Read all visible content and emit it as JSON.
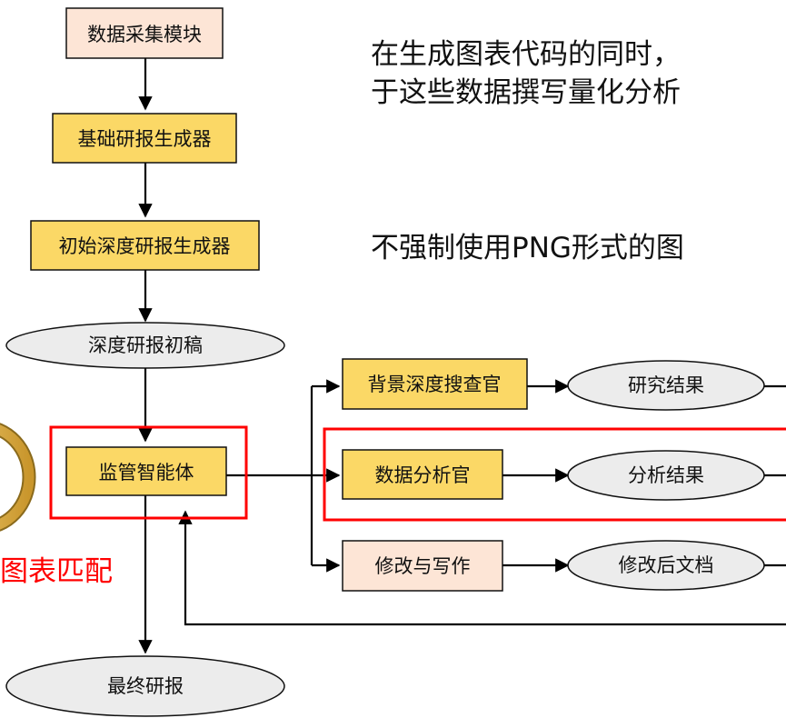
{
  "nodes": {
    "data_collection": "数据采集模块",
    "basic_report": "基础研报生成器",
    "initial_deep_report": "初始深度研报生成器",
    "deep_report_draft": "深度研报初稿",
    "supervisor": "监管智能体",
    "final_report": "最终研报",
    "background_researcher": "背景深度搜查官",
    "data_analyst": "数据分析官",
    "revise_write": "修改与写作",
    "research_results": "研究结果",
    "analysis_results": "分析结果",
    "revised_doc": "修改后文档"
  },
  "annotations": {
    "line1": "在生成图表代码的同时，",
    "line2": "于这些数据撰写量化分析",
    "line3": "不强制使用PNG形式的图",
    "chart_match": "图表匹配"
  },
  "colors": {
    "rect_yellow": "#fbd866",
    "rect_peach": "#fde5d6",
    "ellipse_gray": "#ececec",
    "highlight_red": "#ff0000",
    "ring_gold": "#e3b44a"
  }
}
